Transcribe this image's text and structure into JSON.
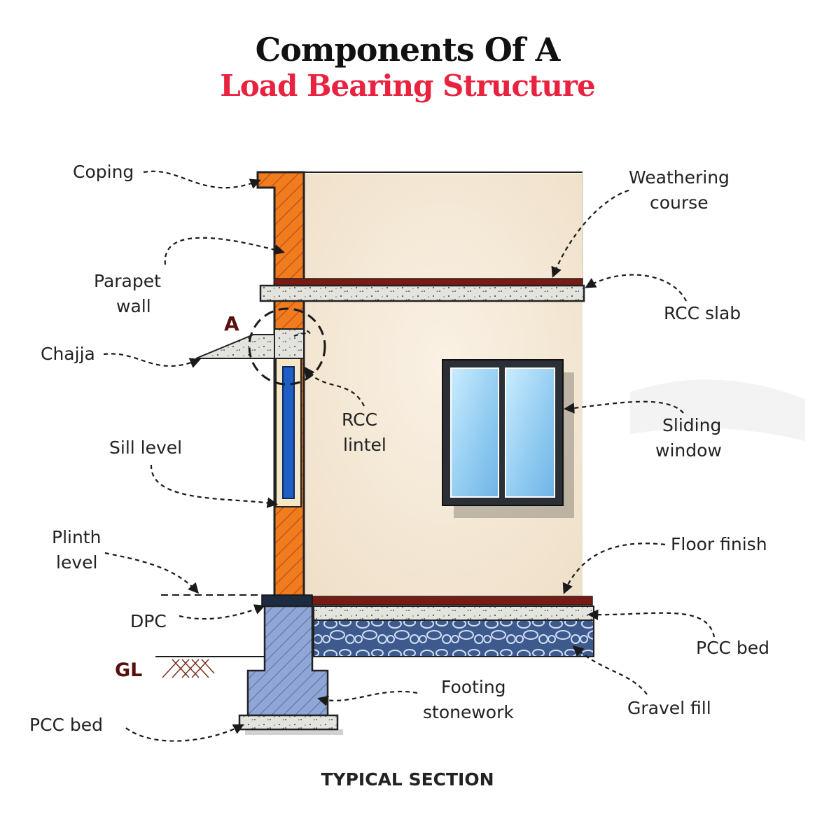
{
  "title": {
    "line1": "Components Of A",
    "line2": "Load Bearing Structure",
    "line1_color": "#111111",
    "line2_color": "#e8223f"
  },
  "labels": {
    "coping": "Coping",
    "parapet_wall_1": "Parapet",
    "parapet_wall_2": "wall",
    "detail_marker": "A",
    "chajja": "Chajja",
    "sill_level": "Sill level",
    "plinth_level_1": "Plinth",
    "plinth_level_2": "level",
    "dpc": "DPC",
    "ground_level": "GL",
    "pcc_bed_left": "PCC bed",
    "weathering_course_1": "Weathering",
    "weathering_course_2": "course",
    "rcc_slab": "RCC slab",
    "rcc_lintel_1": "RCC",
    "rcc_lintel_2": "lintel",
    "sliding_window_1": "Sliding",
    "sliding_window_2": "window",
    "floor_finish": "Floor finish",
    "pcc_bed_right": "PCC bed",
    "gravel_fill": "Gravel fill",
    "footing_stonework_1": "Footing",
    "footing_stonework_2": "stonework"
  },
  "caption": "TYPICAL SECTION",
  "colors": {
    "brick": "#f07c1e",
    "wall_plaster": "#f6ead8",
    "concrete": "#e4e4df",
    "weathering": "#7a1a12",
    "footing": "#8fa6d6",
    "gravel": "#3e5a8c",
    "glass": "#9fd3f3",
    "frame": "#2b3036",
    "dpc": "#1d2b40"
  }
}
